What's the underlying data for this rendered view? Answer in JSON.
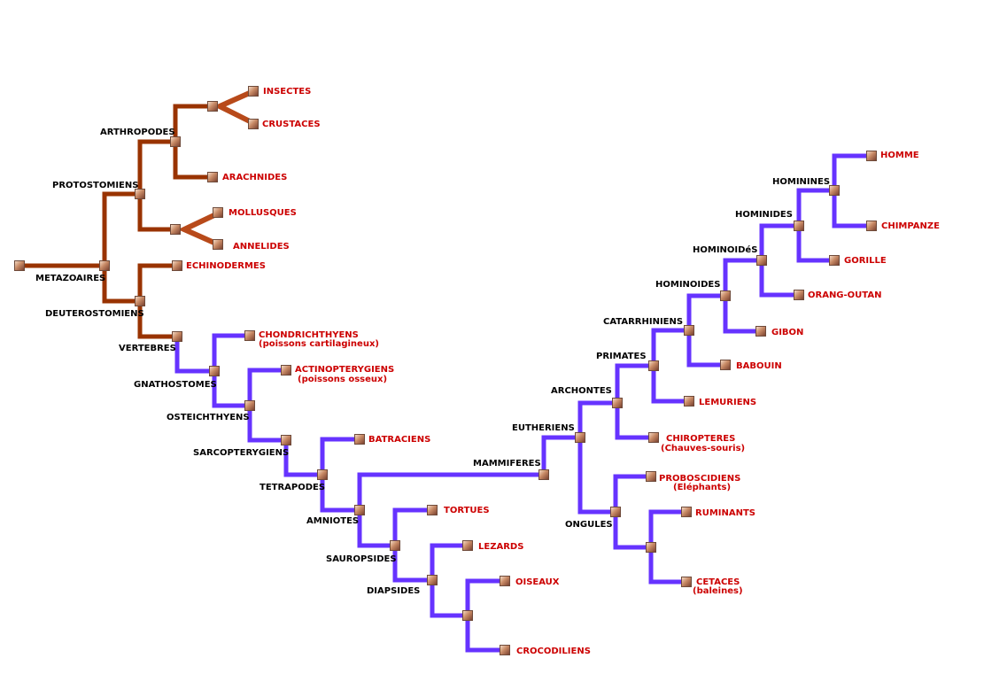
{
  "colors": {
    "protostome_branch": "#993300",
    "chordate_branch": "#6633ff",
    "clade_text": "#000000",
    "leaf_text": "#cc0000"
  },
  "node_icon": "square-node-icon",
  "clades": {
    "metazoaires": "METAZOAIRES",
    "protostomiens": "PROTOSTOMIENS",
    "arthropodes": "ARTHROPODES",
    "deuterostomiens": "DEUTEROSTOMIENS",
    "vertebres": "VERTEBRES",
    "gnathostomes": "GNATHOSTOMES",
    "osteichthyens": "OSTEICHTHYENS",
    "sarcopterygiens": "SARCOPTERYGIENS",
    "tetrapodes": "TETRAPODES",
    "amniotes": "AMNIOTES",
    "sauropsides": "SAUROPSIDES",
    "diapsides": "DIAPSIDES",
    "mammiferes": "MAMMIFERES",
    "eutheriens": "EUTHERIENS",
    "archontes": "ARCHONTES",
    "ongules": "ONGULES",
    "primates": "PRIMATES",
    "catarrhiniens": "CATARRHINIENS",
    "hominoides": "HOMINOIDES",
    "hominoides_accent": "HOMINOIDéS",
    "hominides": "HOMINIDES",
    "hominines": "HOMININES"
  },
  "leaves": {
    "insectes": "INSECTES",
    "crustaces": "CRUSTACES",
    "arachnides": "ARACHNIDES",
    "mollusques": "MOLLUSQUES",
    "annelides": "ANNELIDES",
    "echinodermes": "ECHINODERMES",
    "chondrichthyens": "CHONDRICHTHYENS",
    "chondrichthyens_sub": "(poissons cartilagineux)",
    "actinopterygiens": "ACTINOPTERYGIENS",
    "actinopterygiens_sub": "(poissons osseux)",
    "batraciens": "BATRACIENS",
    "tortues": "TORTUES",
    "lezards": "LEZARDS",
    "oiseaux": "OISEAUX",
    "crocodiliens": "CROCODILIENS",
    "chiropteres": "CHIROPTERES",
    "chiropteres_sub": "(Chauves-souris)",
    "lemuriens": "LEMURIENS",
    "babouin": "BABOUIN",
    "gibon": "GIBON",
    "orang_outan": "ORANG-OUTAN",
    "gorille": "GORILLE",
    "chimpanze": "CHIMPANZE",
    "homme": "HOMME",
    "proboscidiens": "PROBOSCIDIENS",
    "proboscidiens_sub": "(Eléphants)",
    "ruminants": "RUMINANTS",
    "cetaces": "CETACES",
    "cetaces_sub": "(baleines)"
  }
}
